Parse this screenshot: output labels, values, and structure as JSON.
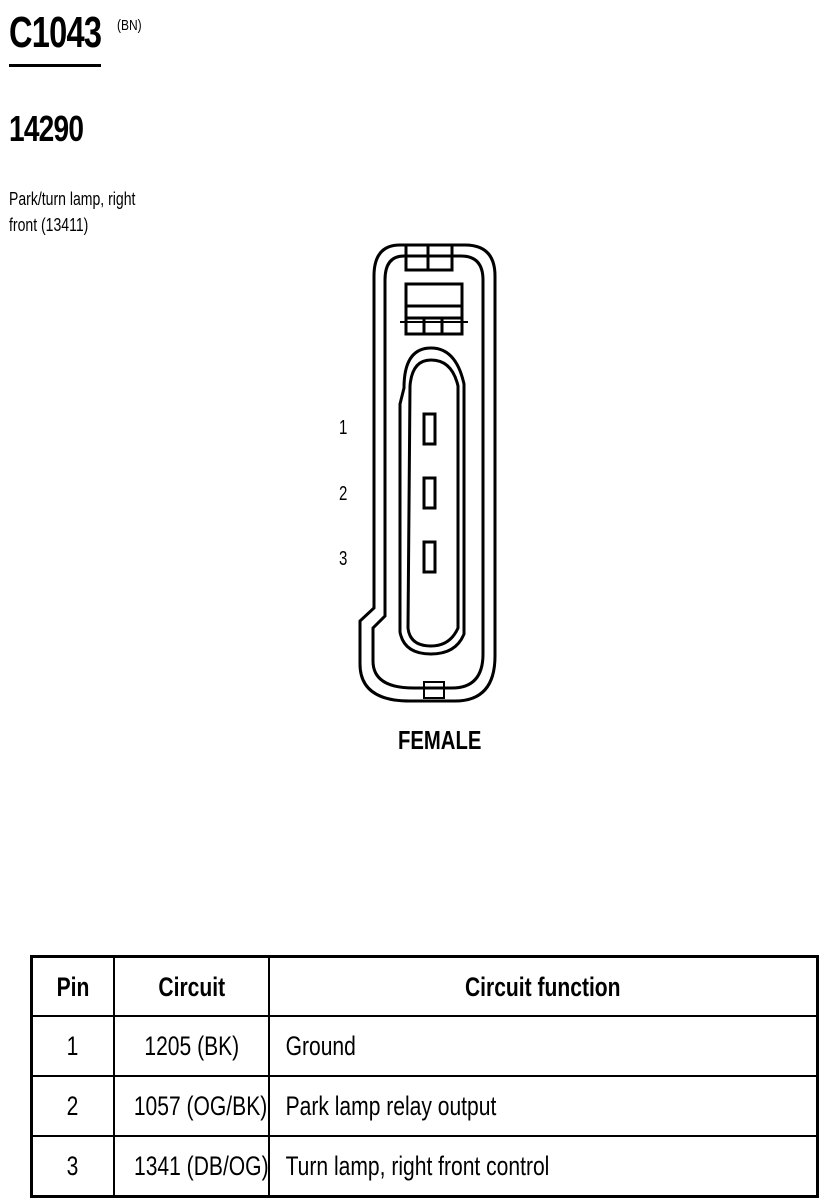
{
  "connector": {
    "id": "C1043",
    "color_code": "(BN)",
    "part_number": "14290",
    "description_line1": "Park/turn lamp, right",
    "description_line2": "front (13411)",
    "gender_label": "FEMALE",
    "pin_labels": [
      "1",
      "2",
      "3"
    ]
  },
  "pin_table": {
    "headers": [
      "Pin",
      "Circuit",
      "Circuit function"
    ],
    "rows": [
      {
        "pin": "1",
        "circuit": "1205 (BK)",
        "function": "Ground"
      },
      {
        "pin": "2",
        "circuit": "1057 (OG/BK)",
        "function": "Park lamp relay output"
      },
      {
        "pin": "3",
        "circuit": "1341 (DB/OG)",
        "function": "Turn lamp, right front control"
      }
    ]
  }
}
